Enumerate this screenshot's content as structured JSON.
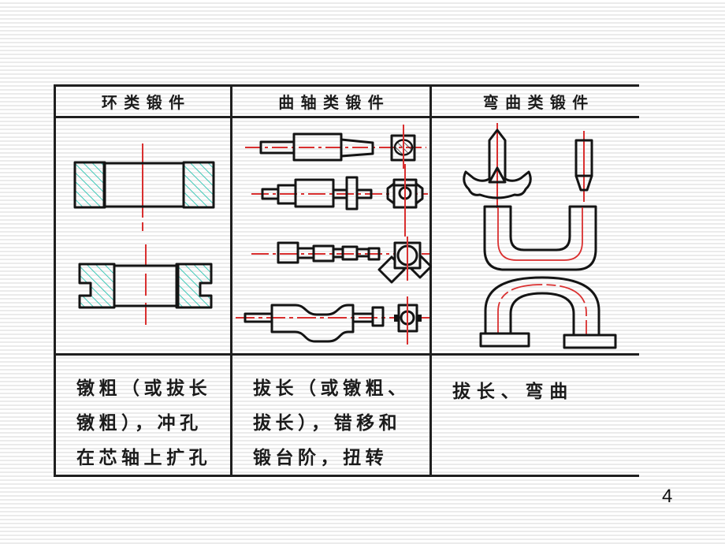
{
  "page_number": "4",
  "table": {
    "columns": [
      {
        "header": "环类锻件",
        "description_lines": [
          "镦粗（或拔长",
          "镦粗），冲孔",
          "在芯轴上扩孔"
        ]
      },
      {
        "header": "曲轴类锻件",
        "description_lines": [
          "拔长（或镦粗、",
          "拔长），错移和",
          "锻台阶，扭转"
        ]
      },
      {
        "header": "弯曲类锻件",
        "description_lines": [
          "拔长、弯曲"
        ]
      }
    ]
  },
  "colors": {
    "centerline_red": "#d92f2f",
    "hatch_teal": "#3fc9b8",
    "table_line": "#1f1f1f"
  }
}
